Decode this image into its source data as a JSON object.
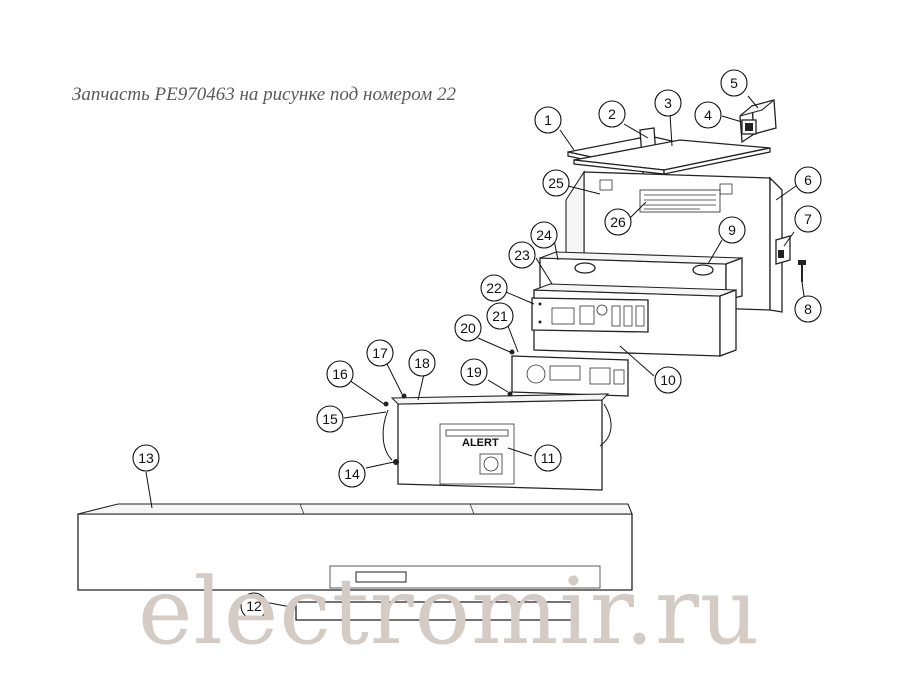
{
  "caption": "Запчасть PE970463 на рисунке под номером 22",
  "panel_label": "ALERT",
  "watermark": "electromir.ru",
  "callouts": [
    {
      "id": "callout-1",
      "label": "1"
    },
    {
      "id": "callout-2",
      "label": "2"
    },
    {
      "id": "callout-3",
      "label": "3"
    },
    {
      "id": "callout-4",
      "label": "4"
    },
    {
      "id": "callout-5",
      "label": "5"
    },
    {
      "id": "callout-6",
      "label": "6"
    },
    {
      "id": "callout-7",
      "label": "7"
    },
    {
      "id": "callout-8",
      "label": "8"
    },
    {
      "id": "callout-9",
      "label": "9"
    },
    {
      "id": "callout-10",
      "label": "10"
    },
    {
      "id": "callout-11",
      "label": "11"
    },
    {
      "id": "callout-12",
      "label": "12"
    },
    {
      "id": "callout-13",
      "label": "13"
    },
    {
      "id": "callout-14",
      "label": "14"
    },
    {
      "id": "callout-15",
      "label": "15"
    },
    {
      "id": "callout-16",
      "label": "16"
    },
    {
      "id": "callout-17",
      "label": "17"
    },
    {
      "id": "callout-18",
      "label": "18"
    },
    {
      "id": "callout-19",
      "label": "19"
    },
    {
      "id": "callout-20",
      "label": "20"
    },
    {
      "id": "callout-21",
      "label": "21"
    },
    {
      "id": "callout-22",
      "label": "22"
    },
    {
      "id": "callout-23",
      "label": "23"
    },
    {
      "id": "callout-24",
      "label": "24"
    },
    {
      "id": "callout-25",
      "label": "25"
    },
    {
      "id": "callout-26",
      "label": "26"
    }
  ]
}
